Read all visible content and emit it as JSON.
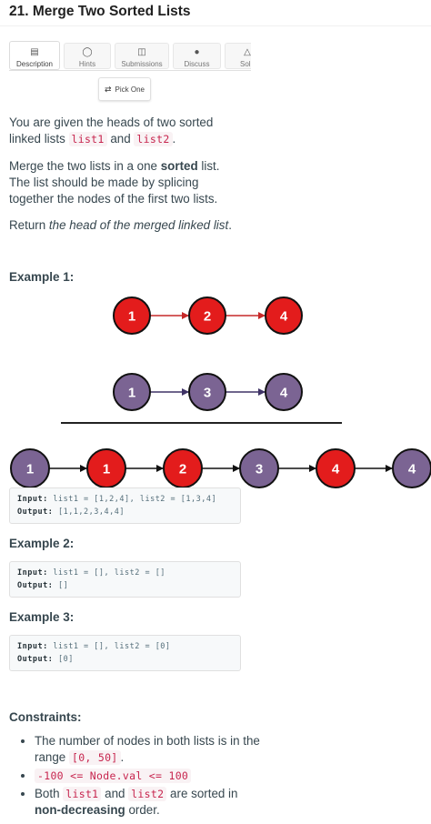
{
  "problem": {
    "title": "21. Merge Two Sorted Lists"
  },
  "tabs": [
    {
      "label": "Description",
      "icon": "description-icon",
      "active": true
    },
    {
      "label": "Hints",
      "icon": "lightbulb-icon"
    },
    {
      "label": "Submissions",
      "icon": "code-file-icon"
    },
    {
      "label": "Discuss",
      "icon": "chat-icon"
    },
    {
      "label": "Solu",
      "icon": "flask-icon"
    }
  ],
  "pick_one": {
    "label": "Pick One",
    "icon": "shuffle-icon"
  },
  "description": {
    "p1_before": "You are given the heads of two sorted linked lists ",
    "p1_code1": "list1",
    "p1_and": " and ",
    "p1_code2": "list2",
    "p1_end": ".",
    "p2_before": "Merge the two lists in a one ",
    "p2_bold": "sorted",
    "p2_after": " list. The list should be made by splicing together the nodes of the first two lists.",
    "p3_before": "Return ",
    "p3_italic": "the head of the merged linked list",
    "p3_end": "."
  },
  "examples": [
    {
      "heading": "Example 1:",
      "input_label": "Input:",
      "input": "list1 = [1,2,4], list2 = [1,3,4]",
      "output_label": "Output:",
      "output": "[1,1,2,3,4,4]"
    },
    {
      "heading": "Example 2:",
      "input_label": "Input:",
      "input": "list1 = [], list2 = []",
      "output_label": "Output:",
      "output": "[]"
    },
    {
      "heading": "Example 3:",
      "input_label": "Input:",
      "input": "list1 = [], list2 = [0]",
      "output_label": "Output:",
      "output": "[0]"
    }
  ],
  "diagram": {
    "list1": [
      1,
      2,
      4
    ],
    "list2": [
      1,
      3,
      4
    ],
    "merged": [
      {
        "value": 1,
        "from": "list2"
      },
      {
        "value": 1,
        "from": "list1"
      },
      {
        "value": 2,
        "from": "list1"
      },
      {
        "value": 3,
        "from": "list2"
      },
      {
        "value": 4,
        "from": "list1"
      },
      {
        "value": 4,
        "from": "list2"
      }
    ],
    "colors": {
      "list1": "#e31c1c",
      "list2": "#7b6493",
      "list1_arrow": "#c62828",
      "list2_arrow": "#3f3366",
      "merged_arrow": "#111111"
    }
  },
  "constraints": {
    "heading": "Constraints:",
    "c1_text": "The number of nodes in both lists is in the range ",
    "c1_code": "[0, 50]",
    "c1_end": ".",
    "c2_code": "-100 <= Node.val <= 100",
    "c3_before": "Both ",
    "c3_code1": "list1",
    "c3_and": " and ",
    "c3_code2": "list2",
    "c3_mid": " are sorted in ",
    "c3_bold": "non-decreasing",
    "c3_end": " order."
  }
}
